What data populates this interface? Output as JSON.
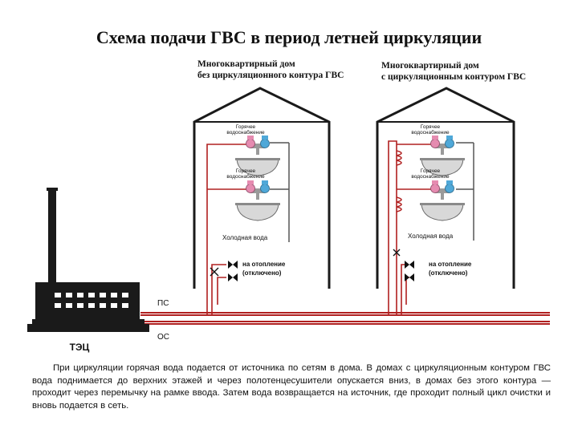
{
  "title": "Схема подачи ГВС в период летней циркуляции",
  "house_left": {
    "caption_line1": "Многоквартирный дом",
    "caption_line2": "без циркуляционного контура ГВС"
  },
  "house_right": {
    "caption_line1": "Многоквартирный дом",
    "caption_line2": "с циркуляционным контуром ГВС"
  },
  "labels": {
    "hot_water_line1": "Горячее",
    "hot_water_line2": "водоснабжение",
    "cold_water": "Холодная вода",
    "heating_line1": "на отопление",
    "heating_line2": "(отключено)",
    "supply_pipe": "ПС",
    "return_pipe": "ОС",
    "plant": "ТЭЦ"
  },
  "colors": {
    "hot_pipe": "#b02020",
    "pink_tap": "#e58bb0",
    "blue_tap": "#4fa8d8",
    "wall": "#1a1a1a"
  },
  "description": "При циркуляции горячая вода подается от источника по сетям в дома. В домах с циркуляционным контуром ГВС вода поднимается до верхних этажей и через полотенцесушители опускается вниз, в домах без этого контура — проходит через перемычку на рамке ввода. Затем вода возвращается на источник, где проходит полный цикл очистки и вновь подается в сеть."
}
